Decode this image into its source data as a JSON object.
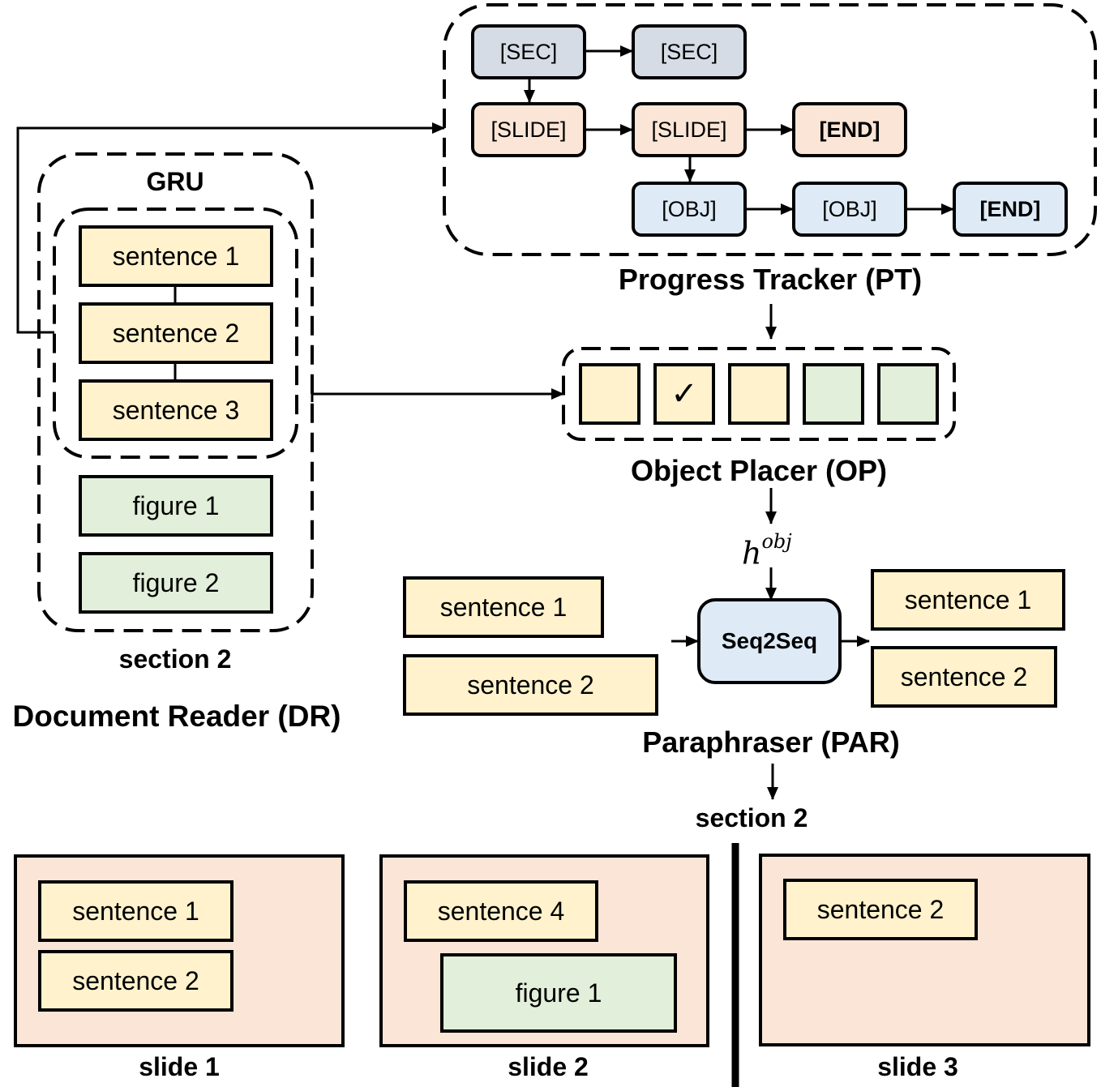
{
  "colors": {
    "sec_token": "#d6dce5",
    "slide_token": "#fbe5d6",
    "obj_token": "#deebf7",
    "sentence": "#fff2cc",
    "figure": "#e2efda",
    "slide_bg": "#fbe5d6",
    "stroke": "#000000"
  },
  "progress_tracker": {
    "title": "Progress Tracker (PT)",
    "row_sec": [
      "[SEC]",
      "[SEC]"
    ],
    "row_slide": [
      "[SLIDE]",
      "[SLIDE]",
      "[END]"
    ],
    "row_obj": [
      "[OBJ]",
      "[OBJ]",
      "[END]"
    ]
  },
  "document_reader": {
    "title": "Document Reader (DR)",
    "gru_label": "GRU",
    "sentences": [
      "sentence 1",
      "sentence 2",
      "sentence 3"
    ],
    "figures": [
      "figure 1",
      "figure 2"
    ],
    "section_label": "section 2"
  },
  "object_placer": {
    "title": "Object Placer (OP)",
    "slots": [
      {
        "type": "sentence",
        "checked": false,
        "mark": ""
      },
      {
        "type": "sentence",
        "checked": true,
        "mark": "✓"
      },
      {
        "type": "sentence",
        "checked": false,
        "mark": ""
      },
      {
        "type": "figure",
        "checked": false,
        "mark": ""
      },
      {
        "type": "figure",
        "checked": false,
        "mark": ""
      }
    ],
    "output_symbol": "h",
    "output_superscript": "obj"
  },
  "paraphraser": {
    "title": "Paraphraser (PAR)",
    "model_label": "Seq2Seq",
    "inputs": [
      "sentence 1",
      "sentence 2"
    ],
    "outputs": [
      "sentence 1",
      "sentence 2"
    ],
    "section_label": "section 2"
  },
  "slides": [
    {
      "label": "slide 1",
      "items": [
        "sentence 1",
        "sentence 2"
      ]
    },
    {
      "label": "slide 2",
      "items": [
        "sentence 4",
        "figure 1"
      ]
    },
    {
      "label": "slide 3",
      "items": [
        "sentence 2"
      ]
    }
  ]
}
